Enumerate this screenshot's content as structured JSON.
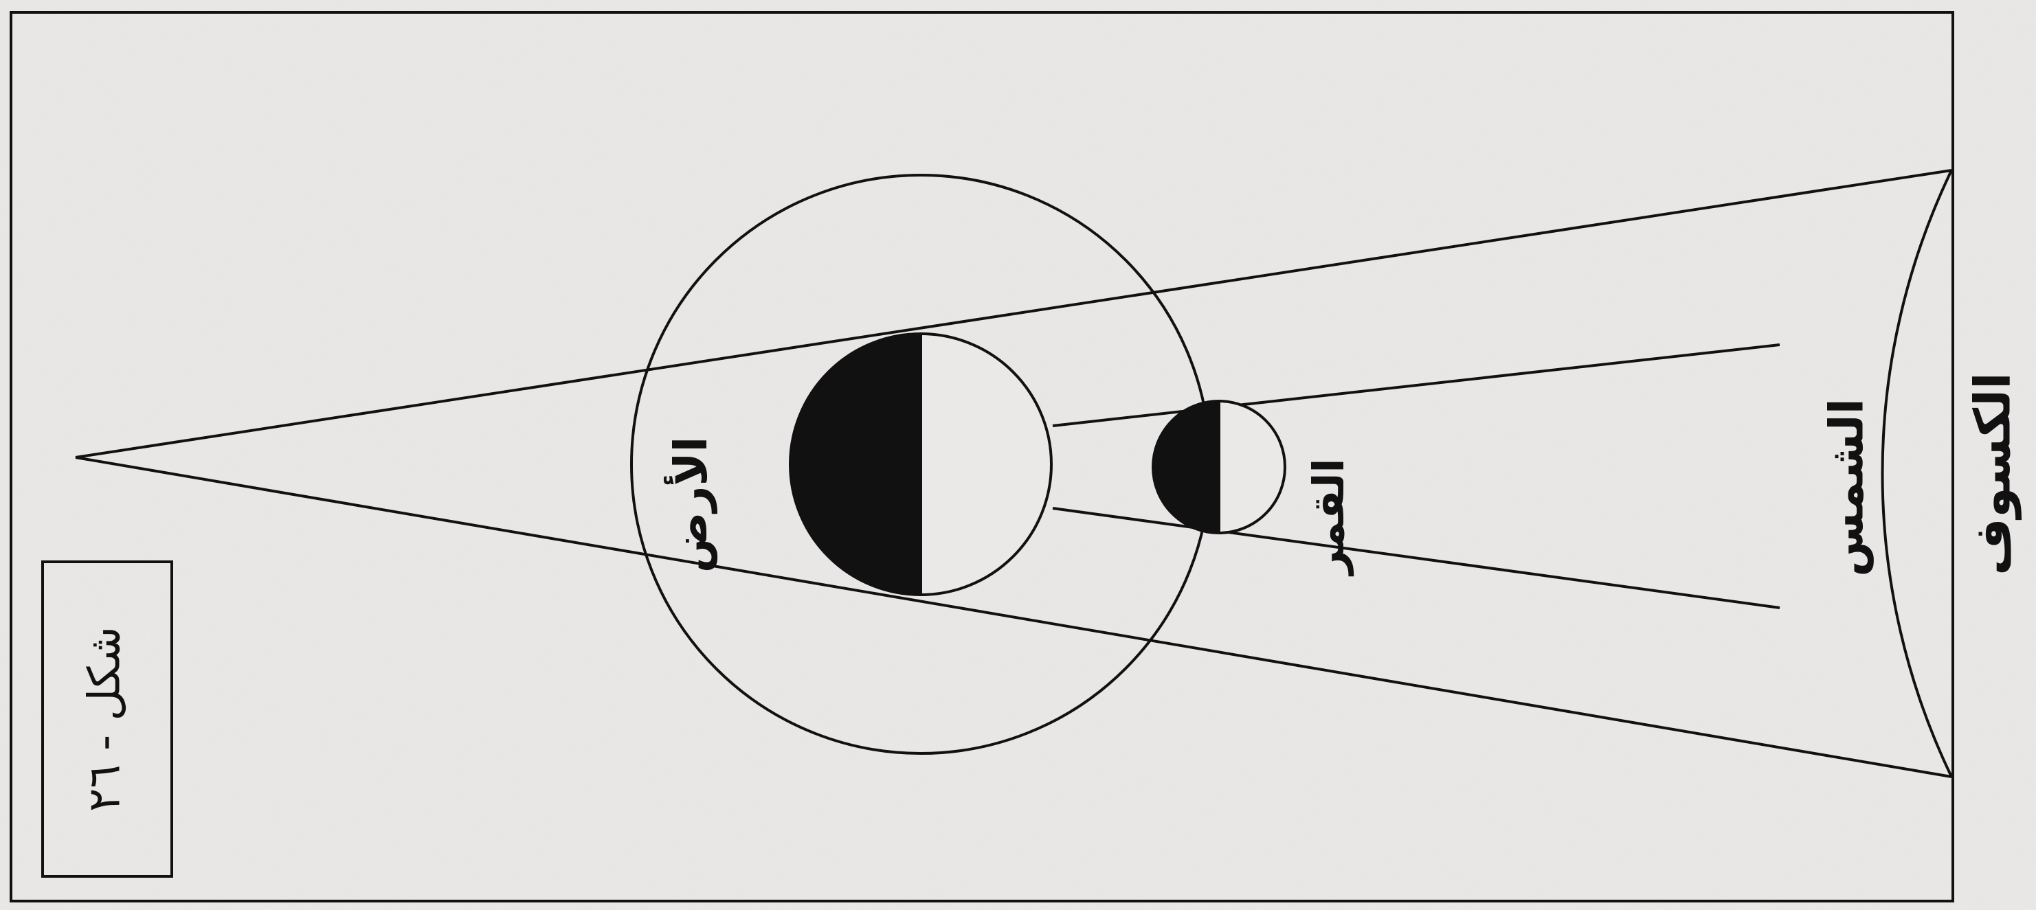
{
  "diagram": {
    "labels": {
      "eclipse": "الكسوف",
      "sun": "الشمس",
      "moon": "القمر",
      "earth": "الأرض"
    },
    "caption": "شكل - ٢٦"
  },
  "colors": {
    "background": "#ebe9e8",
    "ink": "#111111",
    "shadow_fill": "#111111"
  }
}
